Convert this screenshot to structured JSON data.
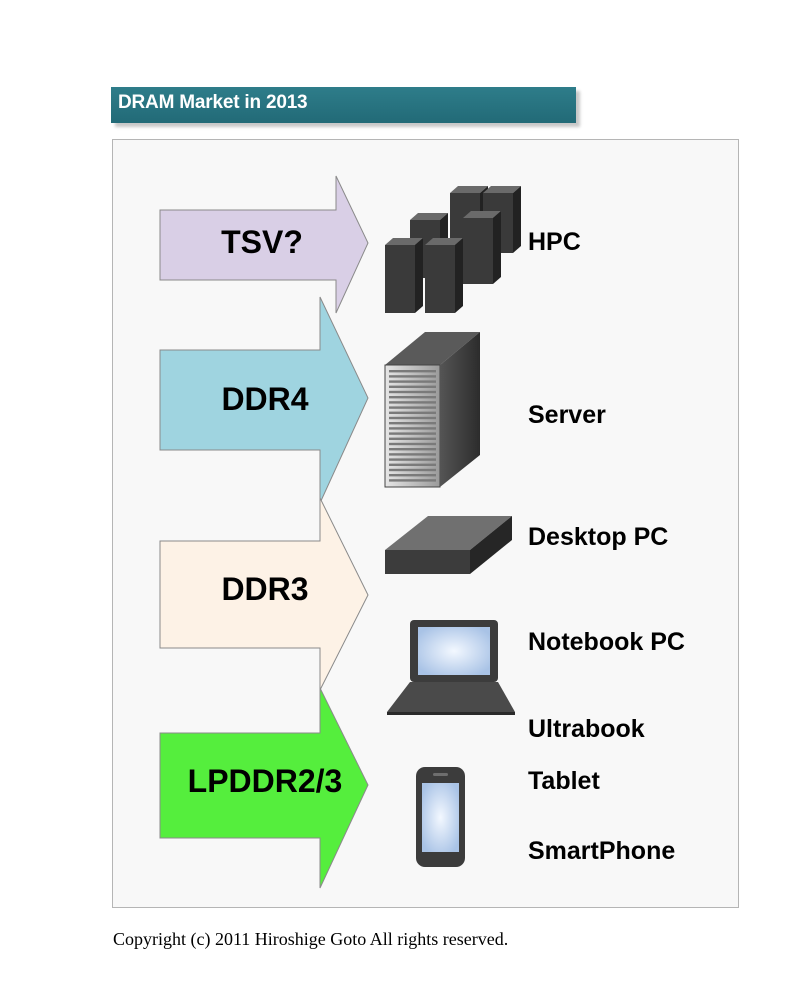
{
  "title": "DRAM Market in 2013",
  "colors": {
    "title_bar": "#226a77",
    "arrow_tsv": "#d9cfe6",
    "arrow_ddr4": "#9fd4e0",
    "arrow_ddr3": "#fdf2e6",
    "arrow_lpddr": "#55ee3d",
    "device_dark": "#3c3c3c",
    "screen": "#cfe0f5"
  },
  "arrows": [
    {
      "label": "TSV?"
    },
    {
      "label": "DDR4"
    },
    {
      "label": "DDR3"
    },
    {
      "label": "LPDDR2/3"
    }
  ],
  "devices": [
    {
      "label": "HPC",
      "icon": "hpc-cluster-icon"
    },
    {
      "label": "Server",
      "icon": "server-tower-icon"
    },
    {
      "label": "Desktop PC",
      "icon": "desktop-box-icon"
    },
    {
      "label": "Notebook PC",
      "icon": "laptop-icon"
    },
    {
      "label": "Ultrabook",
      "icon": ""
    },
    {
      "label": "Tablet",
      "icon": "smartphone-icon"
    },
    {
      "label": "SmartPhone",
      "icon": ""
    }
  ],
  "copyright": "Copyright (c) 2011 Hiroshige Goto All rights reserved."
}
